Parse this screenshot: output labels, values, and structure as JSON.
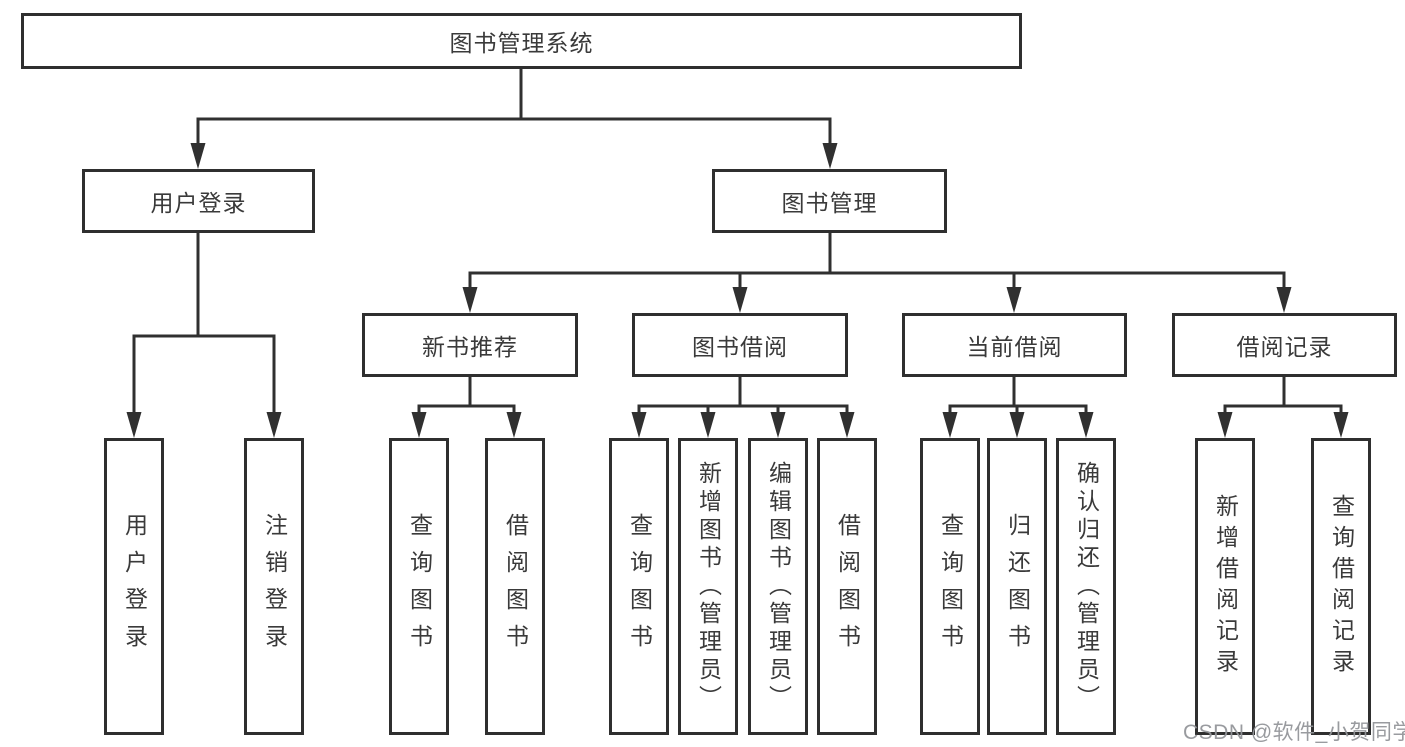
{
  "nodes": {
    "root": "图书管理系统",
    "user_login": "用户登录",
    "book_mgmt": "图书管理",
    "new_book_rec": "新书推荐",
    "book_borrow": "图书借阅",
    "current_borrow": "当前借阅",
    "borrow_records": "借阅记录",
    "ul_user_login": "用户登录",
    "ul_logout": "注销登录",
    "nr_query_book": "查询图书",
    "nr_borrow_book": "借阅图书",
    "bb_query_book": "查询图书",
    "bb_add_book": "新增图书（管理员）",
    "bb_edit_book": "编辑图书（管理员）",
    "bb_borrow_book": "借阅图书",
    "cb_query_book": "查询图书",
    "cb_return_book": "归还图书",
    "cb_confirm_return": "确认归还（管理员）",
    "br_add_record": "新增借阅记录",
    "br_query_record": "查询借阅记录"
  },
  "watermark": "CSDN @软件_小贺同学",
  "colors": {
    "line": "#303030",
    "box_border": "#2f2f2f",
    "text": "#3a3a3a",
    "watermark": "#94969a",
    "background": "#ffffff"
  }
}
